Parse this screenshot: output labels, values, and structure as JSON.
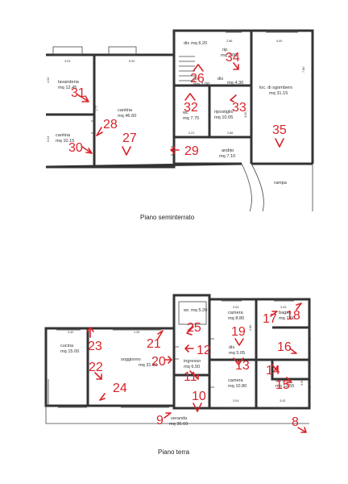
{
  "colors": {
    "marker": "#d8232a",
    "wall": "#333333",
    "background": "#ffffff"
  },
  "floors": [
    {
      "caption": "Piano seminterrato",
      "rooms": [
        {
          "key": "lavanderia",
          "label": "lavanderia",
          "area": "mq 12.45"
        },
        {
          "key": "cantina_sm",
          "label": "cantina",
          "area": "mq 10.15"
        },
        {
          "key": "cantina_lg",
          "label": "cantina",
          "area": "mq 46.60"
        },
        {
          "key": "dis_top",
          "label": "dis",
          "area": "mq 6.20"
        },
        {
          "key": "rip_top",
          "label": "rip",
          "area": "mq 7.00"
        },
        {
          "key": "loc_sgombero",
          "label": "loc. di sgombero",
          "area": "mq 31.15"
        },
        {
          "key": "dis_mid",
          "label": "dis",
          "area": "mq 4.30"
        },
        {
          "key": "dis_left",
          "label": "dis",
          "area": "mq 2.00"
        },
        {
          "key": "wc_base",
          "label": "wc",
          "area": "mq 7.75"
        },
        {
          "key": "ripostiglio",
          "label": "ripostiglio",
          "area": "mq 10.05"
        },
        {
          "key": "andito",
          "label": "andito",
          "area": "mq 7.10"
        },
        {
          "key": "rampa",
          "label": "rampa",
          "area": ""
        }
      ],
      "dimensions": [
        "3.03",
        "6.00",
        "2.86",
        "4.00",
        "4.02",
        "1.77",
        "3.24",
        "2.21",
        "2.86",
        "7.80",
        "3.00"
      ],
      "markers": [
        "31",
        "28",
        "27",
        "30",
        "26",
        "34",
        "32",
        "33",
        "35",
        "29"
      ]
    },
    {
      "caption": "Piano terra",
      "rooms": [
        {
          "key": "cucina",
          "label": "cucina",
          "area": "mq 15.00"
        },
        {
          "key": "soggiorno",
          "label": "soggiorno",
          "area": "mq 31.30"
        },
        {
          "key": "ingresso",
          "label": "ingresso",
          "area": "mq 6.50"
        },
        {
          "key": "wc_top",
          "label": "wc",
          "area": "mq 5.20"
        },
        {
          "key": "camera_tl",
          "label": "camera",
          "area": "mq 8.80"
        },
        {
          "key": "bagno",
          "label": "bagno",
          "area": "mq 7.60"
        },
        {
          "key": "dis_terra",
          "label": "dis",
          "area": "mq 5.05"
        },
        {
          "key": "camera_bl",
          "label": "camera",
          "area": "mq 10.80"
        },
        {
          "key": "camera_br",
          "label": "camera",
          "area": "mq 12.55"
        },
        {
          "key": "veranda",
          "label": "veranda",
          "area": "mq 36.60"
        }
      ],
      "dimensions": [
        "3.42",
        "1.39",
        "3.04",
        "3.43",
        "2.80",
        "3.04",
        "3.43",
        "3.55"
      ],
      "markers": [
        "25",
        "21",
        "12",
        "19",
        "17",
        "18",
        "23",
        "20",
        "16",
        "22",
        "11",
        "13",
        "14",
        "15",
        "24",
        "10",
        "9",
        "8"
      ]
    }
  ]
}
